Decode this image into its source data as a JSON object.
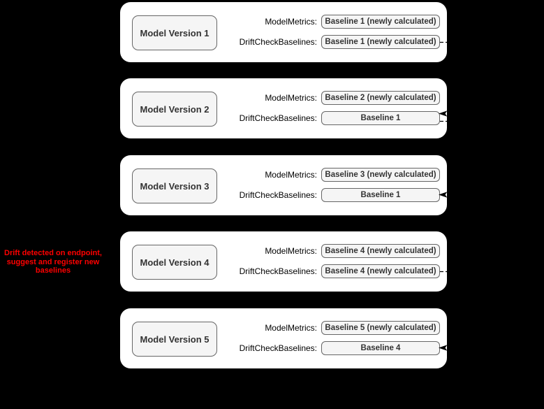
{
  "page": {
    "background_color": "#000000",
    "card_color": "#ffffff",
    "box_fill_color": "#f5f5f5",
    "box_border_color": "#666666",
    "box_text_color": "#333333",
    "annotation_color": "#ff0000",
    "connector_color": "#000000",
    "connector_style": "dashed"
  },
  "labels": {
    "model_metrics": "ModelMetrics:",
    "drift_check": "DriftCheckBaselines:"
  },
  "annotation": {
    "lines": [
      "Drift detected on endpoint,",
      "suggest and register new",
      "baselines"
    ]
  },
  "cards": [
    {
      "version": "Model Version 1",
      "model_metrics": "Baseline 1 (newly calculated)",
      "drift_check_baselines": "Baseline 1 (newly calculated)"
    },
    {
      "version": "Model Version 2",
      "model_metrics": "Baseline 2 (newly calculated)",
      "drift_check_baselines": "Baseline 1"
    },
    {
      "version": "Model Version 3",
      "model_metrics": "Baseline 3 (newly calculated)",
      "drift_check_baselines": "Baseline 1"
    },
    {
      "version": "Model Version 4",
      "model_metrics": "Baseline 4 (newly calculated)",
      "drift_check_baselines": "Baseline 4 (newly calculated)"
    },
    {
      "version": "Model Version 5",
      "model_metrics": "Baseline 5 (newly calculated)",
      "drift_check_baselines": "Baseline 4"
    }
  ],
  "connectors": [
    {
      "from": "model-version-1-drift-check-baseline",
      "to": "model-version-2-drift-check-baseline",
      "style": "dashed-arrow"
    },
    {
      "from": "model-version-2-drift-check-baseline",
      "to": "model-version-3-drift-check-baseline",
      "style": "dashed-arrow"
    },
    {
      "from": "model-version-4-drift-check-baseline",
      "to": "model-version-5-drift-check-baseline",
      "style": "dashed-arrow"
    }
  ]
}
